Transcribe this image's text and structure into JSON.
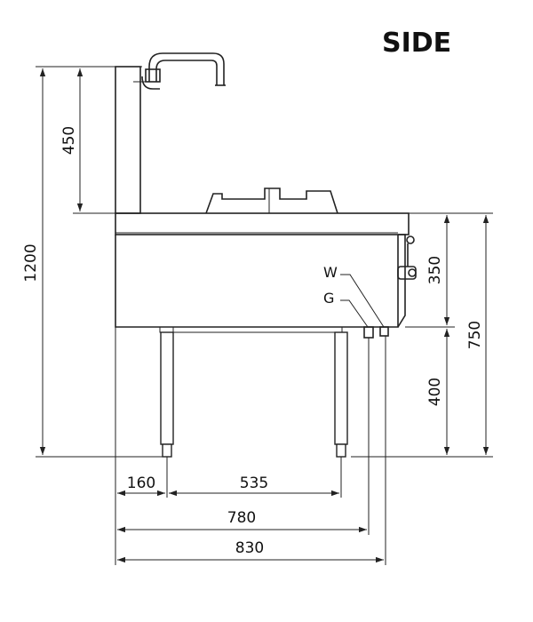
{
  "title": "SIDE",
  "dimensions": {
    "overall_height": "1200",
    "upstand_height": "450",
    "top_section_height": "350",
    "working_height": "750",
    "leg_height": "400",
    "front_offset": "160",
    "leg_spacing": "535",
    "depth_780": "780",
    "depth_830": "830"
  },
  "connections": {
    "water": "W",
    "gas": "G"
  }
}
